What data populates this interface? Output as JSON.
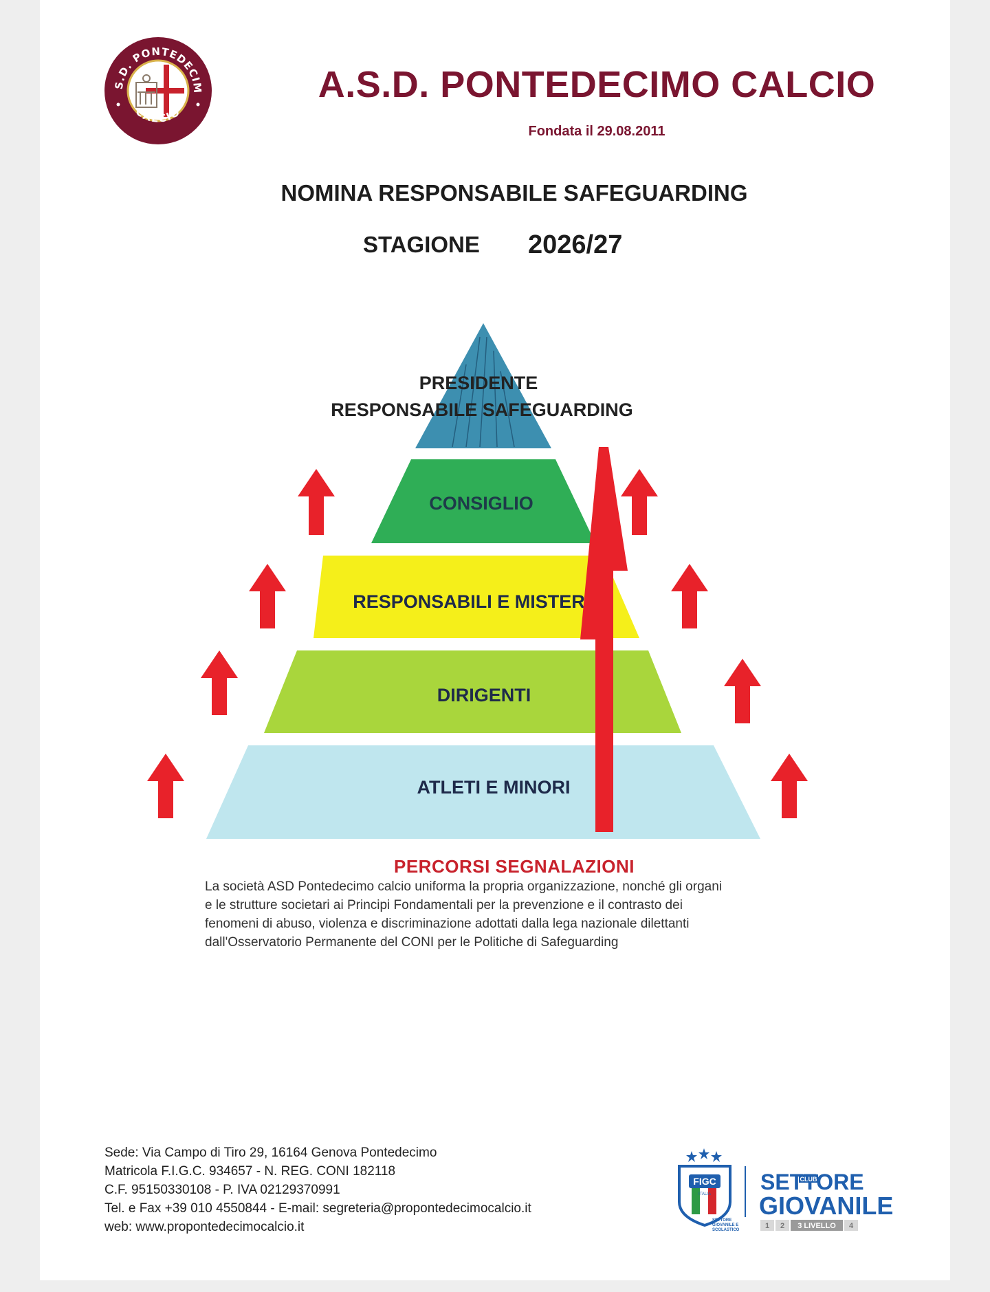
{
  "header": {
    "logo": {
      "top_text": "A.S.D. PONTEDECIMO",
      "bottom_text": "CALCIO",
      "colors": {
        "ring": "#7a1530",
        "cross": "#c8222c"
      }
    },
    "title": "A.S.D. PONTEDECIMO CALCIO",
    "founded": "Fondata il 29.08.2011"
  },
  "document": {
    "heading": "NOMINA RESPONSABILE SAFEGUARDING",
    "season_label": "STAGIONE",
    "season_year": "2026/27"
  },
  "pyramid": {
    "levels": [
      {
        "lines": [
          "PRESIDENTE",
          "RESPONSABILE SAFEGUARDING"
        ],
        "color": "#3d8fb0"
      },
      {
        "lines": [
          "CONSIGLIO"
        ],
        "color": "#2fae56"
      },
      {
        "lines": [
          "RESPONSABILI E MISTER"
        ],
        "color": "#f5ef1a"
      },
      {
        "lines": [
          "DIRIGENTI"
        ],
        "color": "#a9d63c"
      },
      {
        "lines": [
          "ATLETI E MINORI"
        ],
        "color": "#bfe6ee"
      }
    ],
    "arrow_color": "#e8222a"
  },
  "paths": {
    "title": "PERCORSI  SEGNALAZIONI",
    "lines": [
      "La società ASD Pontedecimo calcio uniforma la propria organizzazione, nonché gli organi",
      "e le strutture societari ai Principi Fondamentali per la prevenzione e il contrasto dei",
      "fenomeni di abuso, violenza e discriminazione adottati dalla lega nazionale dilettanti",
      "dall'Osservatorio Permanente del CONI per le Politiche di Safeguarding"
    ]
  },
  "footer": {
    "lines": [
      "Sede: Via Campo di Tiro 29, 16164 Genova Pontedecimo",
      "Matricola F.I.G.C.  934657  -  N. REG. CONI 182118",
      "C.F. 95150330108  -  P. IVA 02129370991",
      "Tel. e Fax +39 010 4550844 - E-mail: segreteria@propontedecimocalcio.it",
      "web: www.propontedecimocalcio.it"
    ]
  },
  "badge": {
    "federation": "FIGC",
    "federation_small": "ITALIA",
    "federation_caption": [
      "SETTORE",
      "GIOVANILE E",
      "SCOLASTICO"
    ],
    "club_word": "CLUB",
    "title_line1": "SETTORE",
    "title_line2": "GIOVANILE",
    "levels": [
      "1",
      "2",
      "3 LIVELLO",
      "4"
    ],
    "colors": {
      "blue": "#1f5fae",
      "green": "#2e9a45",
      "red": "#d4262c",
      "grey": "#9a9a9a"
    }
  }
}
